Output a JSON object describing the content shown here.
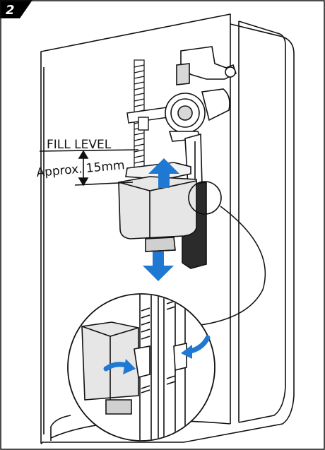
{
  "step": {
    "number": "2"
  },
  "labels": {
    "fill_level": "FILL LEVEL",
    "approx": "Approx. 15mm"
  },
  "colors": {
    "arrow_blue": "#1f78d1",
    "line": "#111111",
    "fill_gray": "#e6e6e6",
    "dark": "#2b2b2b",
    "badge": "#000000"
  },
  "icons": {
    "up_arrow": "arrow-up-icon",
    "down_arrow": "arrow-down-icon",
    "press_left": "curved-arrow-right-icon",
    "press_right": "curved-arrow-left-icon"
  }
}
